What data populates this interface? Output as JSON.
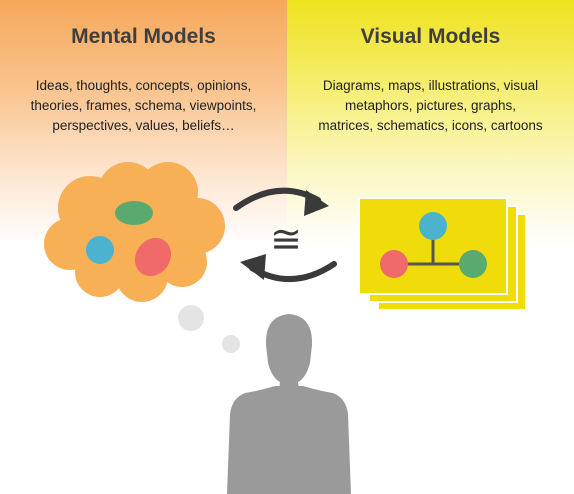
{
  "mental": {
    "title": "Mental Models",
    "lines": [
      "Ideas, thoughts, concepts, opinions,",
      "theories, frames, schema, viewpoints,",
      "perspectives, values, beliefs…"
    ]
  },
  "visual": {
    "title": "Visual Models",
    "lines": [
      "Diagrams, maps, illustrations, visual",
      "metaphors, pictures, graphs,",
      "matrices, schematics, icons, cartoons"
    ]
  },
  "center_symbol": "≅",
  "colors": {
    "mental_bg": "#f6a85a",
    "visual_bg": "#efe21e",
    "cloud": "#f7b056",
    "dot_green": "#5aa96f",
    "dot_blue": "#4cb3cf",
    "dot_red": "#f06a6a",
    "card": "#f0dc0a",
    "person": "#9a9a9a",
    "bubble": "#e4e4e4",
    "arrows": "#3a3a3a"
  }
}
